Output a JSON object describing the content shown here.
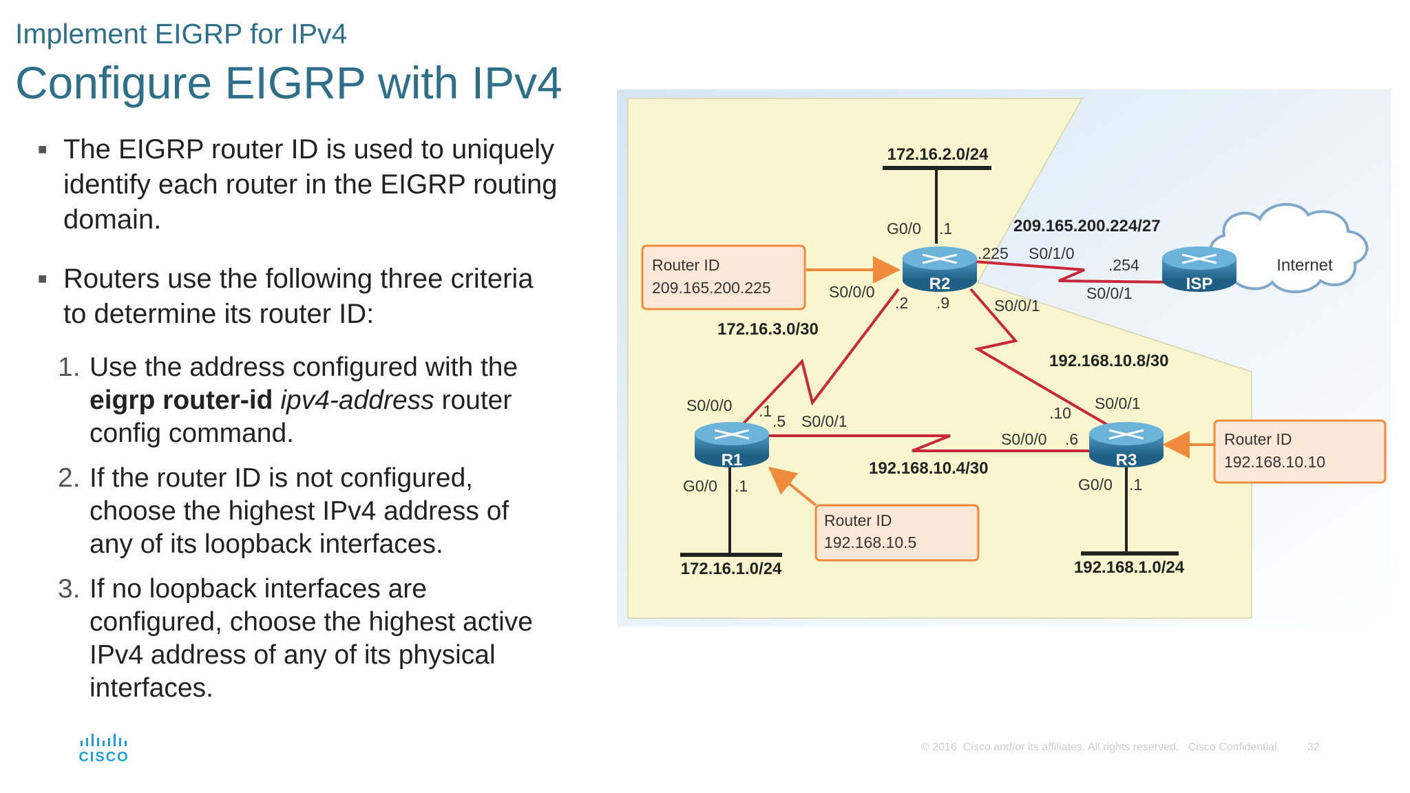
{
  "header": {
    "subtitle": "Implement EIGRP for IPv4",
    "title": "Configure EIGRP with IPv4"
  },
  "bullets": [
    "The EIGRP router ID is used to uniquely identify each router in the EIGRP routing domain.",
    "Routers use the following three criteria to determine its router ID:"
  ],
  "numbered": [
    {
      "n": "1.",
      "pre": "Use the address configured with the ",
      "bold": "eigrp router-id",
      "italic": " ipv4-address",
      "post": " router config command."
    },
    {
      "n": "2.",
      "text": "If the router ID is not configured, choose the highest IPv4 address of any of its loopback interfaces."
    },
    {
      "n": "3.",
      "text": "If no loopback interfaces are configured, choose the highest active IPv4 address of any of its physical interfaces."
    }
  ],
  "diagram": {
    "routers": {
      "r1": "R1",
      "r2": "R2",
      "r3": "R3",
      "isp": "ISP"
    },
    "cloud": "Internet",
    "networks": {
      "n_r2_lan": "172.16.2.0/24",
      "n_r1_lan": "172.16.1.0/24",
      "n_r3_lan": "192.168.1.0/24",
      "n_r1_r2": "172.16.3.0/30",
      "n_r2_r3": "192.168.10.8/30",
      "n_r1_r3": "192.168.10.4/30",
      "n_isp": "209.165.200.224/27"
    },
    "interfaces": {
      "r2_g00": "G0/0",
      "r2_g00_ip": ".1",
      "r2_225": ".225",
      "r2_s010": "S0/1/0",
      "isp_254": ".254",
      "isp_s001": "S0/0/1",
      "r2_s000": "S0/0/0",
      "r2_2": ".2",
      "r2_9": ".9",
      "r2_s001": "S0/0/1",
      "r1_s000": "S0/0/0",
      "r1_1": ".1",
      "r1_5": ".5",
      "r1_s001": "S0/0/1",
      "r1_g00": "G0/0",
      "r1_g00_ip": ".1",
      "r3_10": ".10",
      "r3_s001": "S0/0/1",
      "r3_s000": "S0/0/0",
      "r3_6": ".6",
      "r3_g00": "G0/0",
      "r3_g00_ip": ".1"
    },
    "router_ids": {
      "label": "Router ID",
      "r2": "209.165.200.225",
      "r1": "192.168.10.5",
      "r3": "192.168.10.10"
    },
    "colors": {
      "link": "#c8283a",
      "callout": "#f08a3c",
      "callout_fill": "#fde8d8",
      "panel": "#f8f5cf"
    }
  },
  "footer": {
    "copyright": "© 2016  Cisco and/or its affiliates. All rights reserved.   Cisco Confidential",
    "page": "32",
    "logo": "CISCO"
  }
}
